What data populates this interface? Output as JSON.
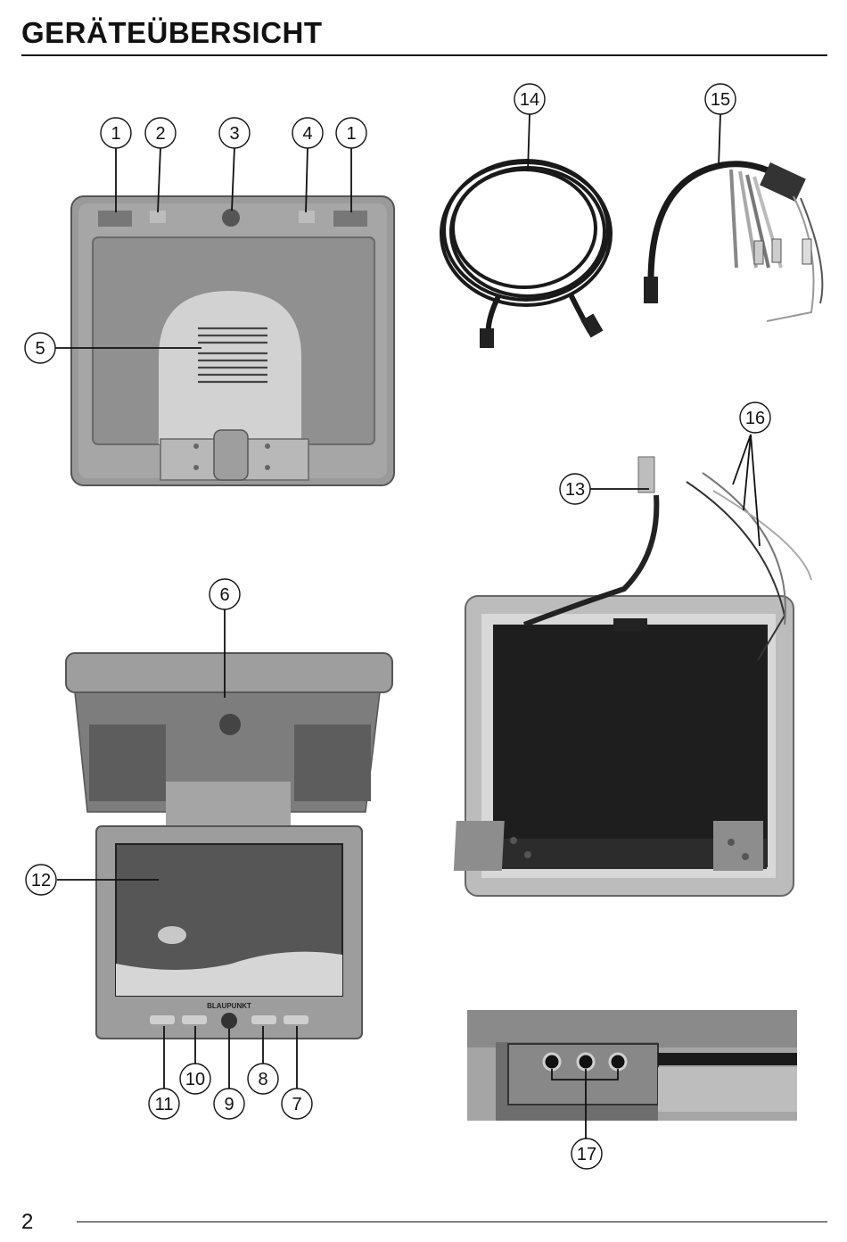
{
  "header": {
    "title": "GERÄTEÜBERSICHT"
  },
  "footer": {
    "page_number": "2"
  },
  "brand": {
    "logo_text": "BLAUPUNKT"
  },
  "callouts": [
    "1",
    "2",
    "3",
    "4",
    "1",
    "5",
    "14",
    "15",
    "16",
    "13",
    "6",
    "12",
    "11",
    "10",
    "9",
    "8",
    "7",
    "17"
  ]
}
